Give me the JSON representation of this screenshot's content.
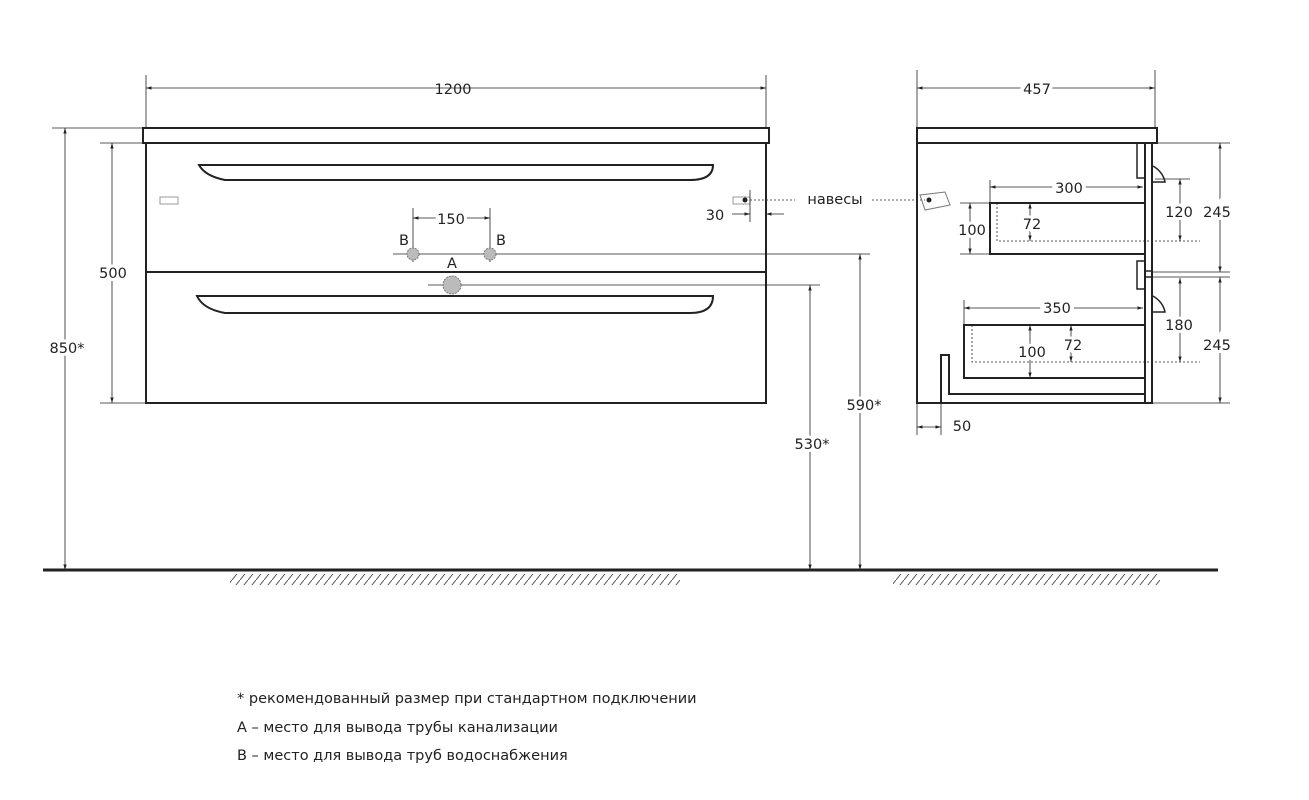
{
  "front_view": {
    "width": "1200",
    "height_total": "850*",
    "body_height": "500",
    "pipe_spacing": "150",
    "hinge_offset": "30",
    "hinges_label": "навесы",
    "label_a": "A",
    "label_b": "B",
    "height_b": "590*",
    "height_a": "530*"
  },
  "side_view": {
    "depth": "457",
    "drawer1_depth": "300",
    "drawer1_height": "100",
    "drawer1_inner": "72",
    "drawer1_offset": "120",
    "upper_height": "245",
    "drawer2_depth": "350",
    "drawer2_height": "100",
    "drawer2_inner": "72",
    "drawer2_offset": "180",
    "lower_height": "245",
    "base_offset": "50"
  },
  "notes": [
    "* рекомендованный размер при стандартном подключении",
    "A – место для вывода трубы канализации",
    "B – место для вывода труб водоснабжения"
  ]
}
